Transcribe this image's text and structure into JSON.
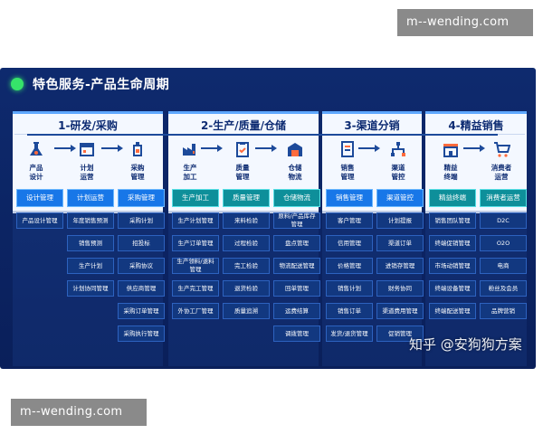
{
  "watermark_top": "m--wending.com",
  "watermark_bottom": "m--wending.com",
  "header": {
    "title": "特色服务-产品生命周期"
  },
  "stages": [
    {
      "title": "1-研发/采购"
    },
    {
      "title": "2-生产/质量/仓储"
    },
    {
      "title": "3-渠道分销"
    },
    {
      "title": "4-精益销售"
    }
  ],
  "steps": [
    {
      "label": "产品\n设计",
      "icon": "flask-icon"
    },
    {
      "label": "计划\n运营",
      "icon": "calendar-icon"
    },
    {
      "label": "采购\n管理",
      "icon": "bottle-icon"
    },
    {
      "label": "生产\n加工",
      "icon": "factory-icon"
    },
    {
      "label": "质量\n管理",
      "icon": "clipboard-icon"
    },
    {
      "label": "仓储\n物流",
      "icon": "warehouse-icon"
    },
    {
      "label": "销售\n管理",
      "icon": "document-icon"
    },
    {
      "label": "渠道\n管控",
      "icon": "network-icon"
    },
    {
      "label": "精益\n终端",
      "icon": "store-icon"
    },
    {
      "label": "消费者\n运营",
      "icon": "cart-icon"
    }
  ],
  "columns": [
    {
      "head": "设计管理",
      "items": [
        "产品设计管理"
      ]
    },
    {
      "head": "计划运营",
      "items": [
        "年度销售预测",
        "销售预测",
        "生产计划",
        "计划协同管理"
      ]
    },
    {
      "head": "采购管理",
      "items": [
        "采购计划",
        "招投标",
        "采购协议",
        "供应商管理",
        "采购订单管理",
        "采购执行管理"
      ]
    },
    {
      "head": "生产加工",
      "items": [
        "生产计划管理",
        "生产订单管理",
        "生产领料/退料管理",
        "生产完工管理",
        "外协工厂管理"
      ]
    },
    {
      "head": "质量管理",
      "items": [
        "来料检验",
        "过程检验",
        "完工检验",
        "退货检验",
        "质量追溯"
      ]
    },
    {
      "head": "仓储物流",
      "items": [
        "原料/产品库存管理",
        "盘点管理",
        "物流配送管理",
        "回单管理",
        "运费结算",
        "调拨管理"
      ]
    },
    {
      "head": "销售管理",
      "items": [
        "客户管理",
        "信用管理",
        "价格管理",
        "销售计划",
        "销售订单",
        "发货/退货管理"
      ]
    },
    {
      "head": "渠道管控",
      "items": [
        "计划提报",
        "渠道订单",
        "进销存管理",
        "财务协同",
        "渠道费用管理",
        "促销管理"
      ]
    },
    {
      "head": "精益终端",
      "items": [
        "销售团队管理",
        "终端促销管理",
        "市场动销管理",
        "终端设备管理",
        "终端配送管理",
        ""
      ]
    },
    {
      "head": "消费者运营",
      "items": [
        "D2C",
        "O2O",
        "电商",
        "粉丝及会员",
        "品牌营销",
        ""
      ]
    }
  ],
  "zhihu_watermark": "知乎 @安狗狗方案",
  "colors": {
    "panel": "#0e2a6e",
    "accent_green": "#36e36a",
    "head_blue": "#1877e8",
    "head_teal": "#0e8f9a"
  }
}
